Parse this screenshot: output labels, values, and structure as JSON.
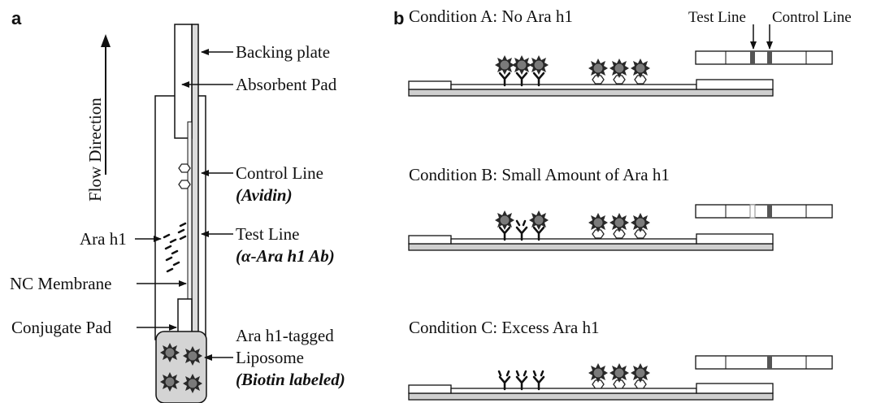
{
  "panel_a": {
    "panel_letter": "a",
    "flow_direction": "Flow Direction",
    "backing_plate": "Backing plate",
    "absorbent_pad": "Absorbent Pad",
    "control_line": "Control Line",
    "control_line_reagent": "(Avidin)",
    "test_line": "Test Line",
    "test_line_reagent": "(α-Ara h1 Ab)",
    "analyte": "Ara h1",
    "nc_membrane": "NC Membrane",
    "conjugate_pad": "Conjugate Pad",
    "liposome_line1": "Ara h1-tagged",
    "liposome_line2": "Liposome",
    "liposome_line3": "(Biotin labeled)"
  },
  "panel_b": {
    "panel_letter": "b",
    "test_line_label": "Test Line",
    "control_line_label": "Control Line",
    "conditions": [
      {
        "label": "Condition A: No Ara h1"
      },
      {
        "label": "Condition B: Small Amount of Ara h1"
      },
      {
        "label": "Condition C: Excess Ara h1"
      }
    ]
  },
  "colors": {
    "line_dark": "#111111",
    "liposome_fill": "#7a7a7a",
    "pad_fill": "#cfcfcf",
    "conjugate_pad_fill": "#d4d4d4",
    "test_band_faint": "#bdbdbd",
    "band_dark": "#555555"
  }
}
